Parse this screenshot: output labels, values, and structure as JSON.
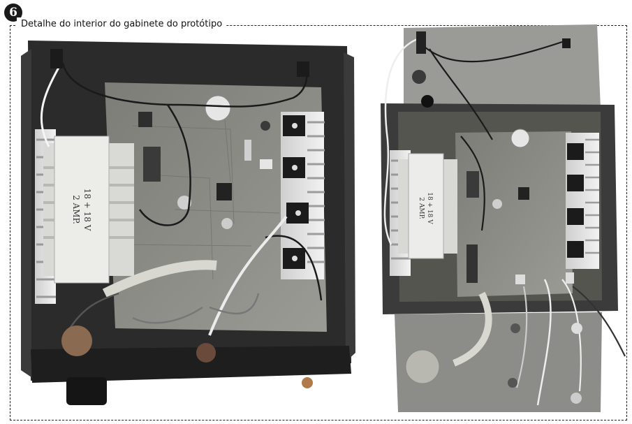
{
  "figure": {
    "number": "6",
    "caption": "Detalhe do interior do gabinete do protótipo"
  },
  "photo_left": {
    "transformer_label_line1": "18 + 18 V",
    "transformer_label_line2": "2 AMP."
  },
  "photo_right": {
    "transformer_label_line1": "18 + 18 V",
    "transformer_label_line2": "2 AMP."
  },
  "colors": {
    "background": "#ffffff",
    "cabinet_dark": "#2a2a2a",
    "pcb": "#8a8a84",
    "heatsink": "#e8e8e8",
    "panel_gray": "#9a9a96"
  }
}
